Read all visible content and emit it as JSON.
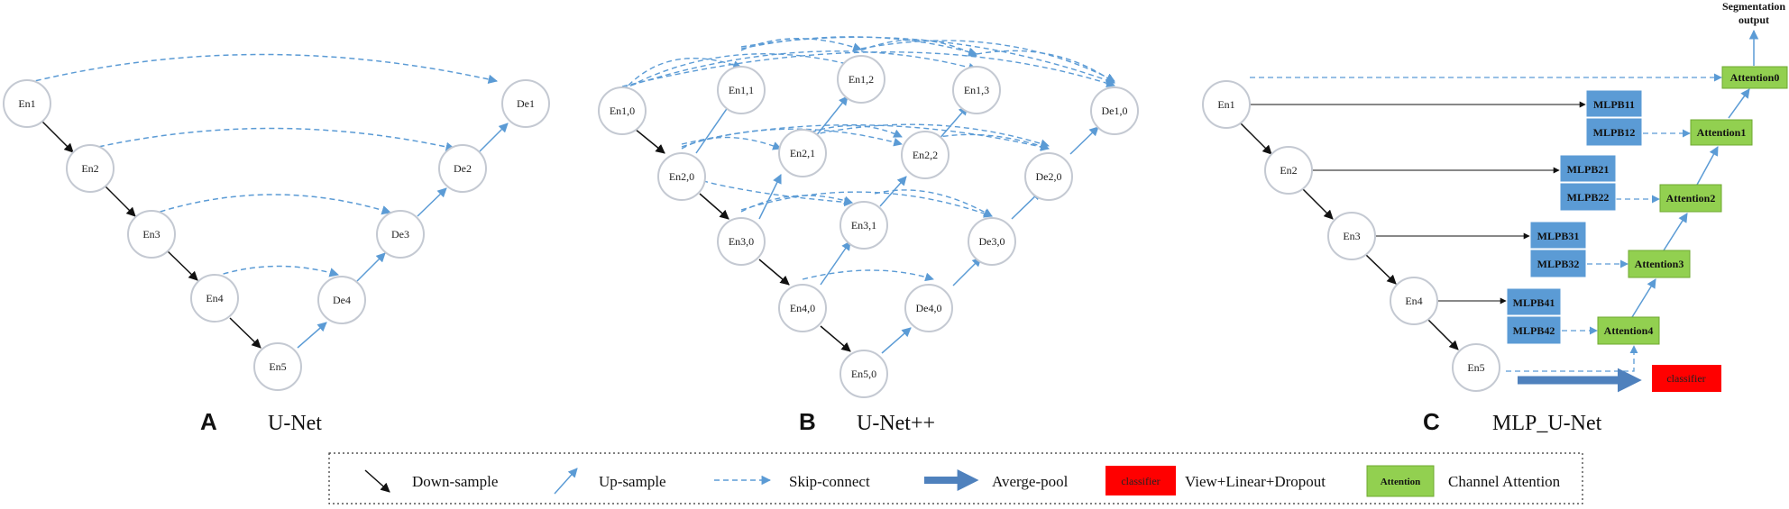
{
  "panels": [
    {
      "letter": "A",
      "title": "U-Net",
      "nodes": {
        "en1": "En1",
        "en2": "En2",
        "en3": "En3",
        "en4": "En4",
        "en5": "En5",
        "de4": "De4",
        "de3": "De3",
        "de2": "De2",
        "de1": "De1"
      }
    },
    {
      "letter": "B",
      "title": "U-Net++",
      "nodes": {
        "en10": "En1,0",
        "en20": "En2,0",
        "en30": "En3,0",
        "en40": "En4,0",
        "en50": "En5,0",
        "en11": "En1,1",
        "en12": "En1,2",
        "en13": "En1,3",
        "en21": "En2,1",
        "en22": "En2,2",
        "en31": "En3,1",
        "de40": "De4,0",
        "de30": "De3,0",
        "de20": "De2,0",
        "de10": "De1,0"
      }
    },
    {
      "letter": "C",
      "title": "MLP_U-Net",
      "nodes": {
        "en1": "En1",
        "en2": "En2",
        "en3": "En3",
        "en4": "En4",
        "en5": "En5"
      },
      "mlp_blocks": [
        "MLPB11",
        "MLPB12",
        "MLPB21",
        "MLPB22",
        "MLPB31",
        "MLPB32",
        "MLPB41",
        "MLPB42"
      ],
      "attention_blocks": [
        "Attention0",
        "Attention1",
        "Attention2",
        "Attention3",
        "Attention4"
      ],
      "classifier": "classifier",
      "output_label": [
        "Segmentation",
        "output"
      ]
    }
  ],
  "legend": {
    "down_sample": "Down-sample",
    "up_sample": "Up-sample",
    "skip_connect": "Skip-connect",
    "avg_pool": "Averge-pool",
    "classifier_box": "classifier",
    "classifier_desc": "View+Linear+Dropout",
    "attention_box": "Attention",
    "attention_desc": "Channel Attention"
  },
  "colors": {
    "up": "#5b9bd5",
    "skip": "#5b9bd5",
    "down": "#111111",
    "mlp_fill": "#5b9bd5",
    "attention_fill": "#92d050",
    "classifier_fill": "#ff0000",
    "pool": "#4f81bd"
  }
}
